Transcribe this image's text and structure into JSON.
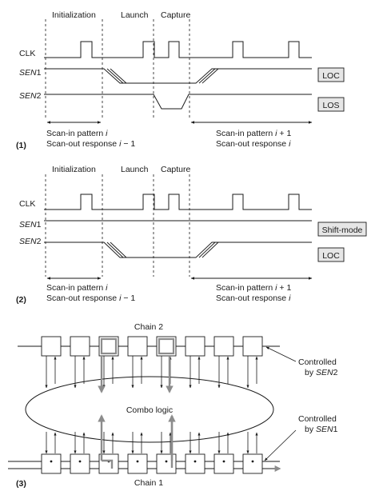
{
  "colors": {
    "line": "#1a1a1a",
    "box_fill": "#e6e6e6",
    "arrow_gray": "#8c8c8c"
  },
  "panel1": {
    "tag": "(1)",
    "phases": [
      "Initialization",
      "Launch",
      "Capture"
    ],
    "signals": {
      "clk": "CLK",
      "sen1_pre": "SEN",
      "sen1_num": "1",
      "sen2_pre": "SEN",
      "sen2_num": "2"
    },
    "modes": {
      "sen1": "LOC",
      "sen2": "LOS"
    },
    "left_note": {
      "line1_pre": "Scan-in pattern ",
      "line1_var": "i",
      "line2_pre": "Scan-out response ",
      "line2_var": "i",
      "line2_post": " − 1"
    },
    "right_note": {
      "line1_pre": "Scan-in pattern ",
      "line1_var": "i",
      "line1_post": " + 1",
      "line2_pre": "Scan-out response ",
      "line2_var": "i"
    }
  },
  "panel2": {
    "tag": "(2)",
    "phases": [
      "Initialization",
      "Launch",
      "Capture"
    ],
    "signals": {
      "clk": "CLK",
      "sen1_pre": "SEN",
      "sen1_num": "1",
      "sen2_pre": "SEN",
      "sen2_num": "2"
    },
    "modes": {
      "sen1": "Shift-mode",
      "sen2": "LOC"
    },
    "left_note": {
      "line1_pre": "Scan-in pattern ",
      "line1_var": "i",
      "line2_pre": "Scan-out response ",
      "line2_var": "i",
      "line2_post": " − 1"
    },
    "right_note": {
      "line1_pre": "Scan-in pattern ",
      "line1_var": "i",
      "line1_post": " + 1",
      "line2_pre": "Scan-out response ",
      "line2_var": "i"
    }
  },
  "panel3": {
    "tag": "(3)",
    "chain_top": "Chain 2",
    "chain_bottom": "Chain 1",
    "logic": "Combo logic",
    "ctrl_top": {
      "line1": "Controlled",
      "line2_pre": "by ",
      "line2_var": "SEN",
      "line2_post": "2"
    },
    "ctrl_bottom": {
      "line1": "Controlled",
      "line2_pre": "by ",
      "line2_var": "SEN",
      "line2_post": "1"
    }
  }
}
